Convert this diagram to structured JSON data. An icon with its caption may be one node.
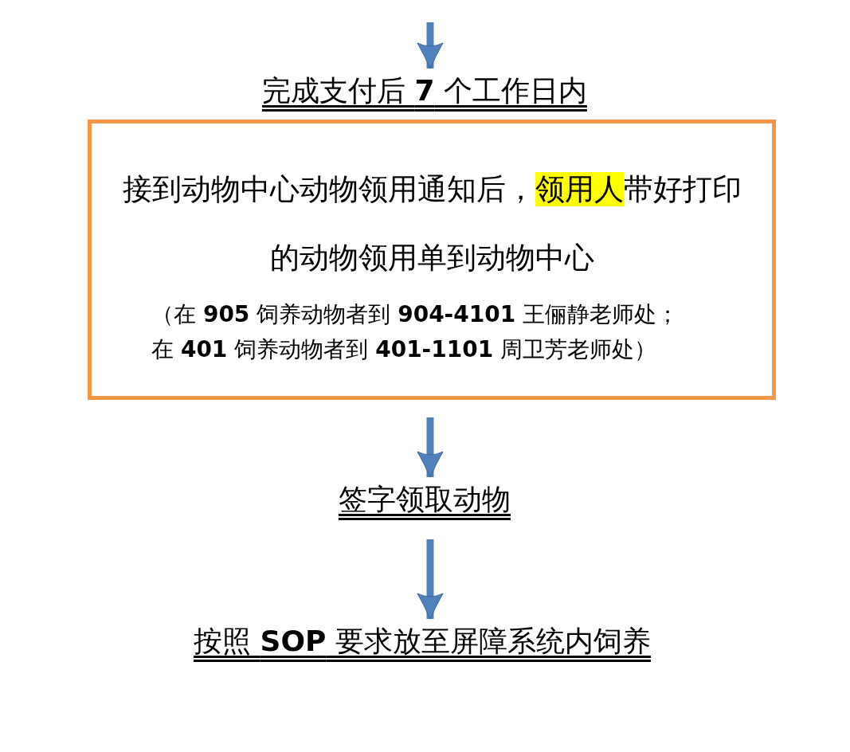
{
  "diagram": {
    "nodes": [
      {
        "text": [
          "完成支付后 **7** 个工作日内"
        ]
      },
      {
        "text": [
          "接到动物中心动物领用通知后，**领用人**带好打印的动物领用单到动物中心",
          "（在 **905** 饲养动物者到 **904-4101** 王俪静老师处；在 **401** 饲养动物者到 **401-1101** 周卫芳老师处）"
        ]
      },
      {
        "text": [
          "签字领取动物"
        ]
      },
      {
        "text": [
          "按照 **SOP** 要求放至屏障系统内饲养"
        ]
      }
    ],
    "edges": [
      {
        "from": null,
        "to": 0,
        "arrow": "to"
      },
      {
        "from": 1,
        "to": 2,
        "arrow": "to"
      },
      {
        "from": 2,
        "to": 3,
        "arrow": "to"
      }
    ]
  }
}
